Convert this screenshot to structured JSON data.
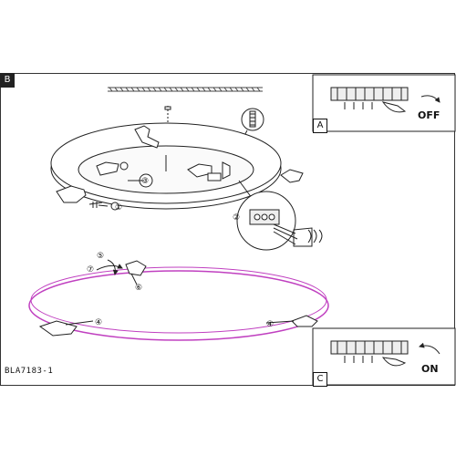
{
  "panels": {
    "main_label": "B",
    "off_label": "A",
    "on_label": "C"
  },
  "switch": {
    "off_text": "OFF",
    "on_text": "ON"
  },
  "steps": {
    "one": "①",
    "two": "②",
    "three": "③",
    "four": "④",
    "five": "⑤",
    "six": "⑥",
    "seven": "⑦"
  },
  "model_code": "BLA7183-1"
}
